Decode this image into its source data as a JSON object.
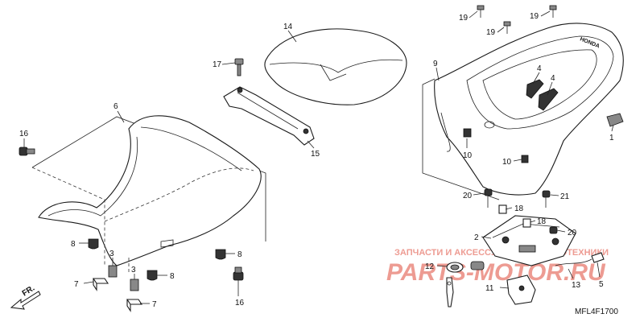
{
  "diagram": {
    "code": "MFL4F1700",
    "direction_label": "FR.",
    "callouts": {
      "c1": "1",
      "c2": "2",
      "c3a": "3",
      "c3b": "3",
      "c4a": "4",
      "c4b": "4",
      "c5": "5",
      "c6": "6",
      "c7a": "7",
      "c7b": "7",
      "c8a": "8",
      "c8b": "8",
      "c8c": "8",
      "c9": "9",
      "c10a": "10",
      "c10b": "10",
      "c11": "11",
      "c12": "12",
      "c13": "13",
      "c14": "14",
      "c15": "15",
      "c16a": "16",
      "c16b": "16",
      "c17": "17",
      "c18a": "18",
      "c18b": "18",
      "c19a": "19",
      "c19b": "19",
      "c19c": "19",
      "c20a": "20",
      "c20b": "20",
      "c21": "21"
    }
  },
  "watermark": {
    "line1": "ЗАПЧАСТИ И АКСЕССУАРЫ ДЛЯ МОТОТЕХНИКИ",
    "line2": "PARTS-MOTOR.RU",
    "color": "#e04a3a"
  }
}
